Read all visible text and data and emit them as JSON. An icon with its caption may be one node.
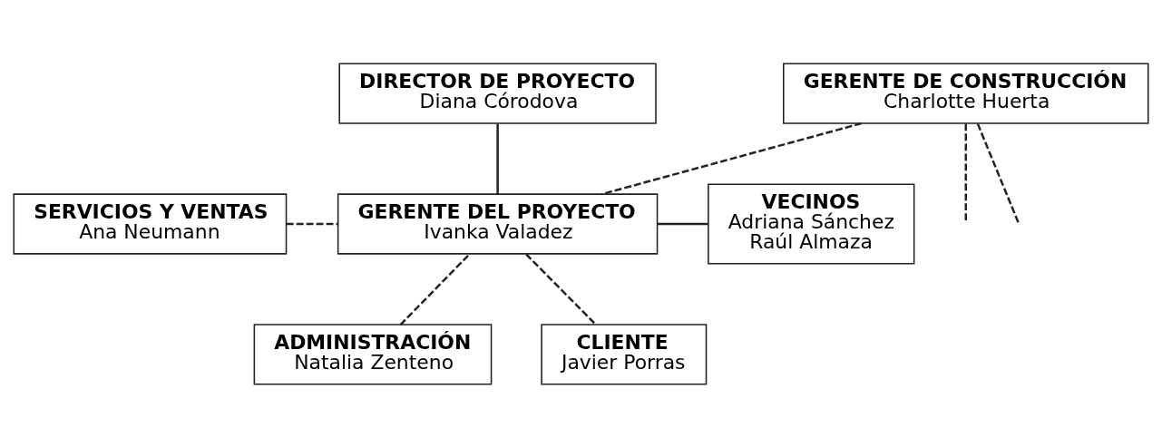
{
  "diagram": {
    "nodes": [
      {
        "text": [
          "DIRECTOR DE PROYECTO",
          "Diana Córodova"
        ]
      },
      {
        "text": [
          "ADMINISTRACIÓN",
          "Natalia Zenteno"
        ]
      },
      {
        "text": [
          "CLIENTE",
          "Javier Porras"
        ]
      },
      {
        "text": [
          "SERVICIOS Y VENTAS",
          "Ana Neumann"
        ]
      },
      {
        "text": [
          "GERENTE DEL PROYECTO",
          "Ivanka Valadez"
        ]
      },
      {
        "text": [
          "VECINOS",
          "Adriana Sánchez",
          "Raúl Almaza"
        ]
      },
      {
        "text": [
          "GERENTE DE CONSTRUCCIÓN",
          "Charlotte Huerta"
        ]
      }
    ],
    "edges": [
      {
        "from": 0,
        "to": 4,
        "arrow": "none"
      },
      {
        "from": 1,
        "to": 4,
        "arrow": "none",
        "style": "dashed"
      },
      {
        "from": 3,
        "to": 4,
        "arrow": "none",
        "style": "dashed"
      },
      {
        "from": 6,
        "to": 4,
        "arrow": "none",
        "style": "dashed"
      },
      {
        "from": 4,
        "to": 2,
        "arrow": "none",
        "style": "dashed"
      },
      {
        "from": 4,
        "to": 5,
        "arrow": "none"
      },
      {
        "from": 6,
        "to": null,
        "arrow": "none",
        "style": "dashed"
      },
      {
        "from": 6,
        "to": null,
        "arrow": "none",
        "style": "dashed"
      }
    ]
  }
}
